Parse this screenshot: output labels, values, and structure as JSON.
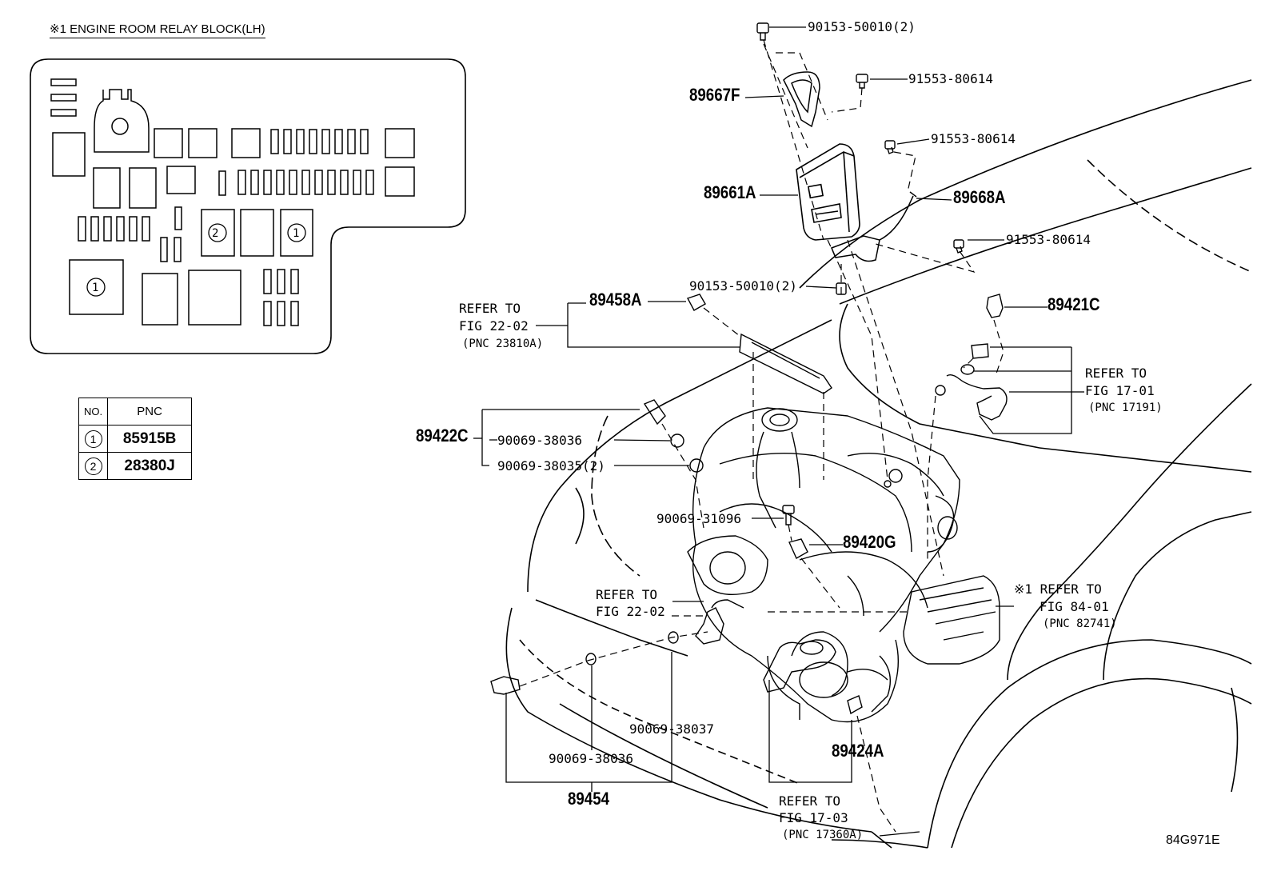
{
  "relay_block": {
    "title": "※1  ENGINE ROOM RELAY BLOCK(LH)",
    "markers": [
      "2",
      "1",
      "1"
    ]
  },
  "pnc_table": {
    "header_no": "NO.",
    "header_pnc": "PNC",
    "rows": [
      {
        "no": "1",
        "pnc": "85915B"
      },
      {
        "no": "2",
        "pnc": "28380J"
      }
    ]
  },
  "labels": {
    "p9015350010_top": "90153-50010(2)",
    "p91553_1": "91553-80614",
    "p89667F": "89667F",
    "p91553_2": "91553-80614",
    "p89661A": "89661A",
    "p89668A": "89668A",
    "p91553_3": "91553-80614",
    "p9015350010_mid": "90153-50010(2)",
    "p89458A": "89458A",
    "p89421C": "89421C",
    "refer_22_02_a": [
      "REFER TO",
      "FIG 22-02",
      "(PNC 23810A)"
    ],
    "refer_17_01": [
      "REFER TO",
      "FIG 17-01",
      "(PNC 17191)"
    ],
    "p89422C": "89422C",
    "p9006938036_a": "90069-38036",
    "p9006938035": "90069-38035(2)",
    "p9006931096": "90069-31096",
    "p89420G": "89420G",
    "refer_84_01": [
      "※1 REFER TO",
      "FIG 84-01",
      "(PNC 82741)"
    ],
    "refer_22_02_b": [
      "REFER TO",
      "FIG 22-02"
    ],
    "p9006938037": "90069-38037",
    "p9006938036_b": "90069-38036",
    "p89424A": "89424A",
    "p89454": "89454",
    "refer_17_03": [
      "REFER TO",
      "FIG 17-03",
      "(PNC 17360A)"
    ]
  },
  "figure_id": "84G971E"
}
